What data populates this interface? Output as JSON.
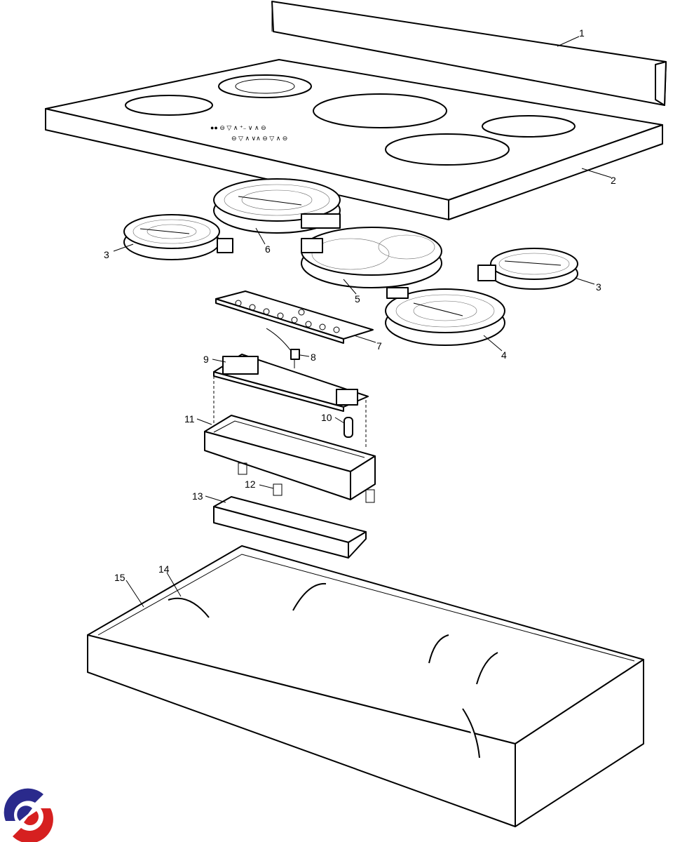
{
  "diagram": {
    "callouts": {
      "c1": "1",
      "c2": "2",
      "c3a": "3",
      "c3b": "3",
      "c4": "4",
      "c5": "5",
      "c6": "6",
      "c7": "7",
      "c8": "8",
      "c9": "9",
      "c10": "10",
      "c11": "11",
      "c12": "12",
      "c13": "13",
      "c14": "14",
      "c15": "15"
    }
  },
  "logo": {
    "colors": {
      "blue": "#2a2a8c",
      "red": "#d62020"
    }
  }
}
